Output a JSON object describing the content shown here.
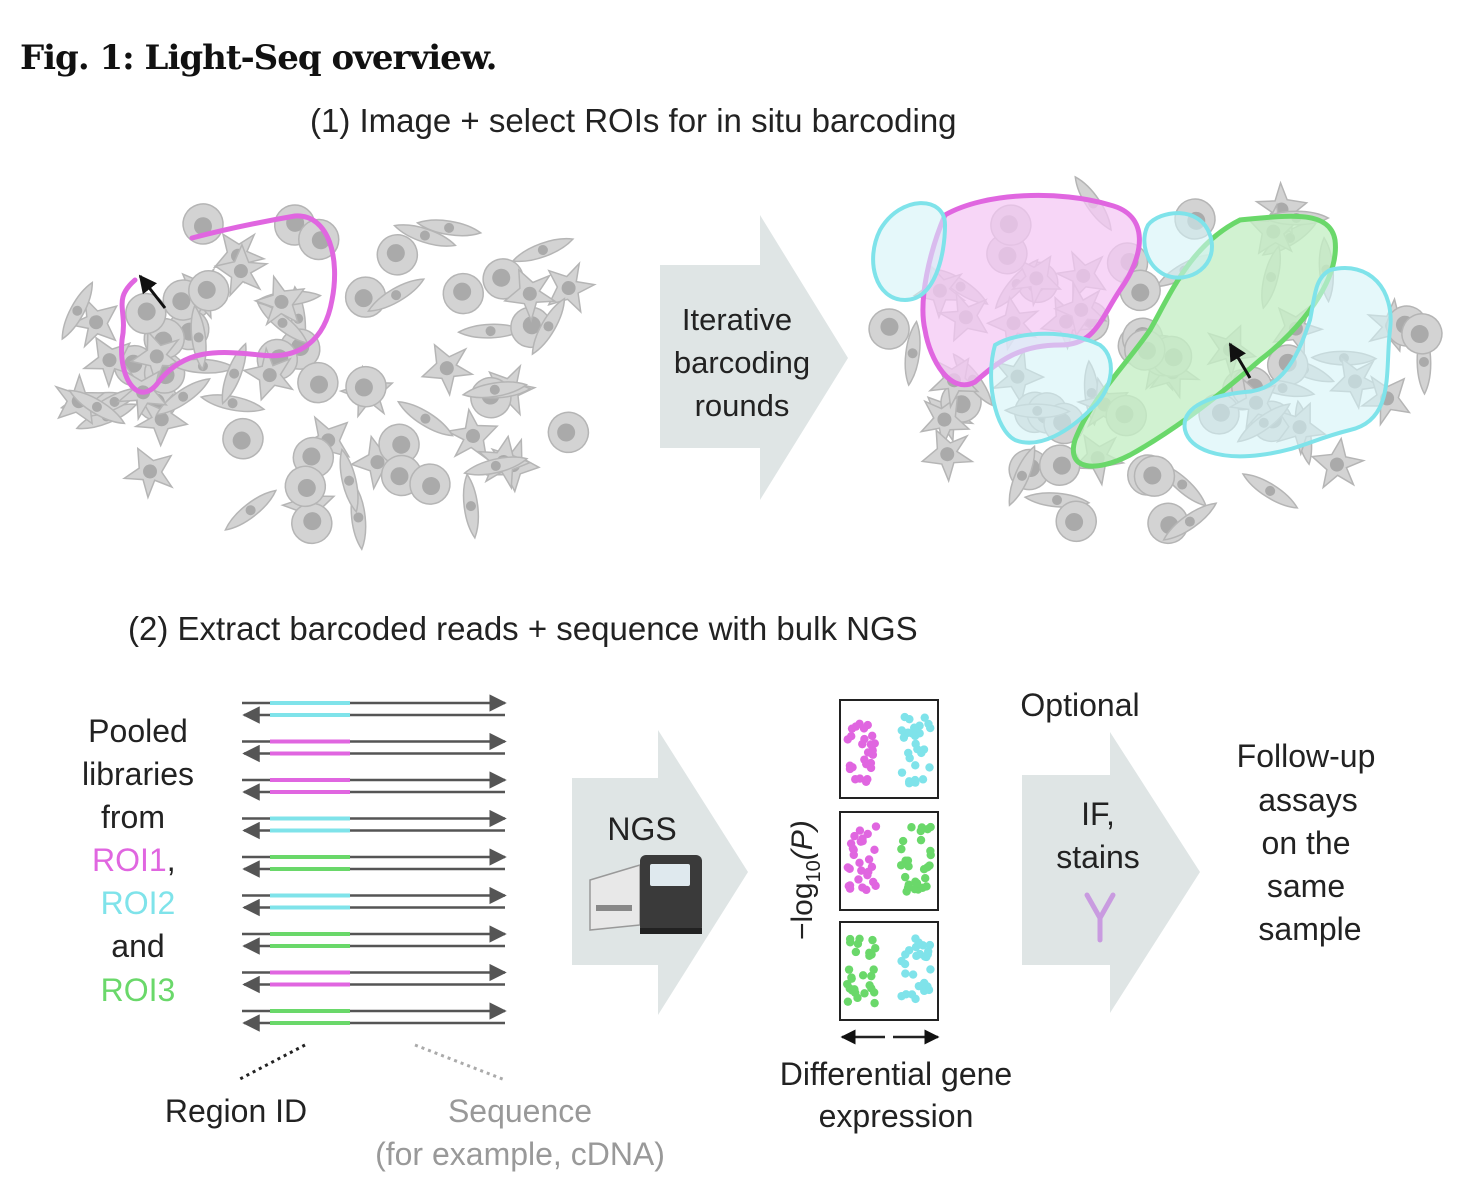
{
  "title": "Fig. 1: Light-Seq overview.",
  "step1": {
    "heading": "(1) Image + select ROIs for in situ barcoding",
    "arrow_lines": [
      "Iterative",
      "barcoding",
      "rounds"
    ]
  },
  "step2": {
    "heading": "(2) Extract barcoded reads + sequence with bulk NGS",
    "pooled_lines": [
      "Pooled",
      "libraries",
      "from"
    ],
    "roi1": "ROI1",
    "comma": ",",
    "roi2": "ROI2",
    "and": "and",
    "roi3": "ROI3",
    "region_id": "Region ID",
    "sequence": "Sequence",
    "sequence_note": "(for example, cDNA)",
    "ngs": "NGS",
    "ylabel_main": "−log",
    "ylabel_sub": "10",
    "ylabel_rest": "(P)",
    "dge_lines": [
      "Differential gene",
      "expression"
    ],
    "optional": "Optional",
    "if_lines": [
      "IF,",
      "stains"
    ],
    "followup_lines": [
      "Follow-up",
      "assays",
      "on the",
      "same",
      "sample"
    ]
  },
  "colors": {
    "roi1": "#e066e0",
    "roi2": "#7fe3ea",
    "roi3": "#6ad86a",
    "cell": "#d3d3d3",
    "arrow": "#dfe5e5"
  },
  "reads": [
    "roi2",
    "roi1",
    "roi1",
    "roi2",
    "roi3",
    "roi2",
    "roi3",
    "roi1",
    "roi3"
  ]
}
